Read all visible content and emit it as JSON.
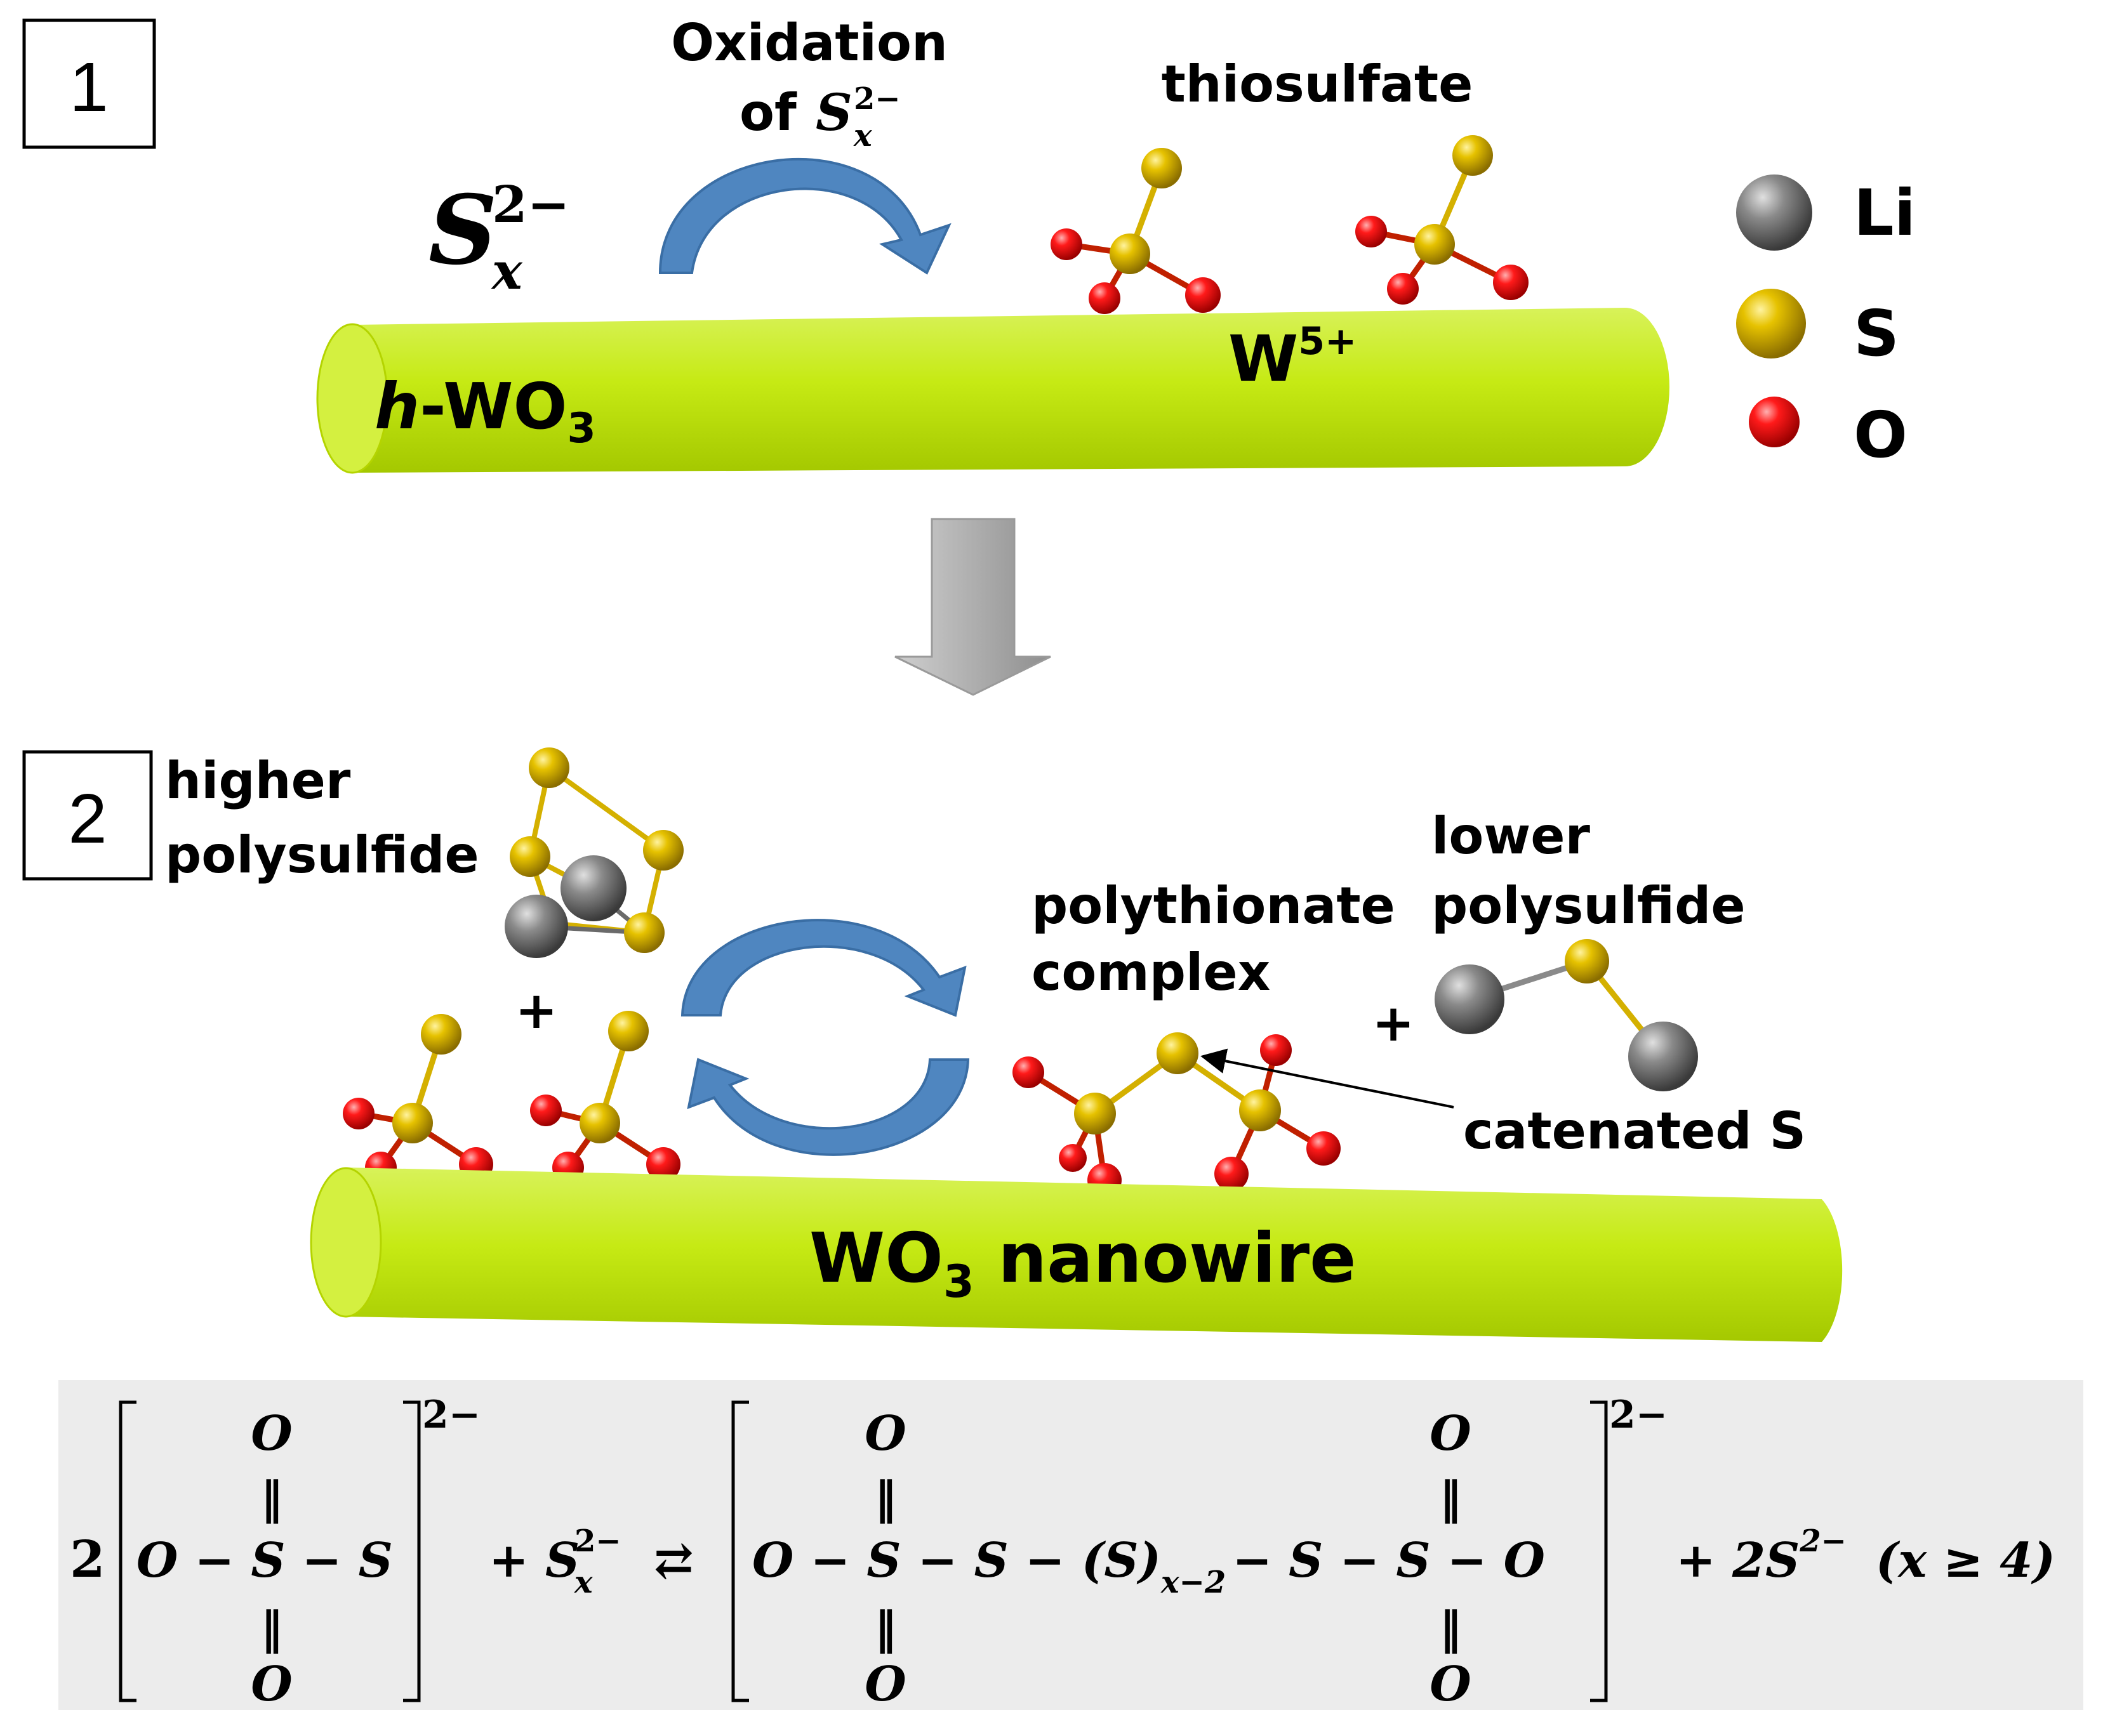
{
  "panel1": {
    "number": "1",
    "polysulfide_base": "S",
    "polysulfide_sup": "2−",
    "polysulfide_sub": "x",
    "arrow_label_line1": "Oxidation",
    "arrow_label_line2": "of",
    "arrow_label_s": "S",
    "arrow_label_sup": "2−",
    "arrow_label_sub": "x",
    "thiosulfate_label": "thiosulfate",
    "rod_label_italic": "h",
    "rod_label_rest": "-WO",
    "rod_label_sub": "3",
    "w_label": "W",
    "w_sup": "5+"
  },
  "legend": {
    "items": [
      {
        "label": "Li",
        "color": "#808080"
      },
      {
        "label": "S",
        "color": "#d4b000"
      },
      {
        "label": "O",
        "color": "#ee1111"
      }
    ]
  },
  "panel2": {
    "number": "2",
    "higher_line1": "higher",
    "higher_line2": "polysulfide",
    "plus": "+",
    "polythionate_line1": "polythionate",
    "polythionate_line2": "complex",
    "lower_line1": "lower",
    "lower_line2": "polysulfide",
    "catenated": "catenated  S",
    "rod_label": "WO",
    "rod_sub": "3",
    "rod_rest": " nanowire"
  },
  "equation": {
    "coef": "2",
    "left_O_top": "O",
    "left_row": "O  −  S  −  S",
    "left_O_bottom": "O",
    "left_charge": "2−",
    "plus_sx": "+ S",
    "plus_sx_sub": "x",
    "plus_sx_sup": "2−",
    "arrows": "⇄",
    "right_row": "O  −  S  −  S  −  (S)",
    "right_sub": "x−2",
    "right_row2": "−  S  −  S  −  O",
    "right_O": "O",
    "right_charge": "2−",
    "tail": "+ 2S",
    "tail_sup": "2−",
    "condition": "(x ≥ 4)",
    "double_bond": "‖"
  },
  "colors": {
    "rod": "#c8ec1a",
    "rod_dark": "#9ab800",
    "arrow_blue": "#4f86c0",
    "arrow_gray": "#a8a8a8",
    "sulfur": "#d4b000",
    "oxygen": "#ee1111",
    "lithium": "#808080",
    "equation_bg": "#ececec"
  }
}
